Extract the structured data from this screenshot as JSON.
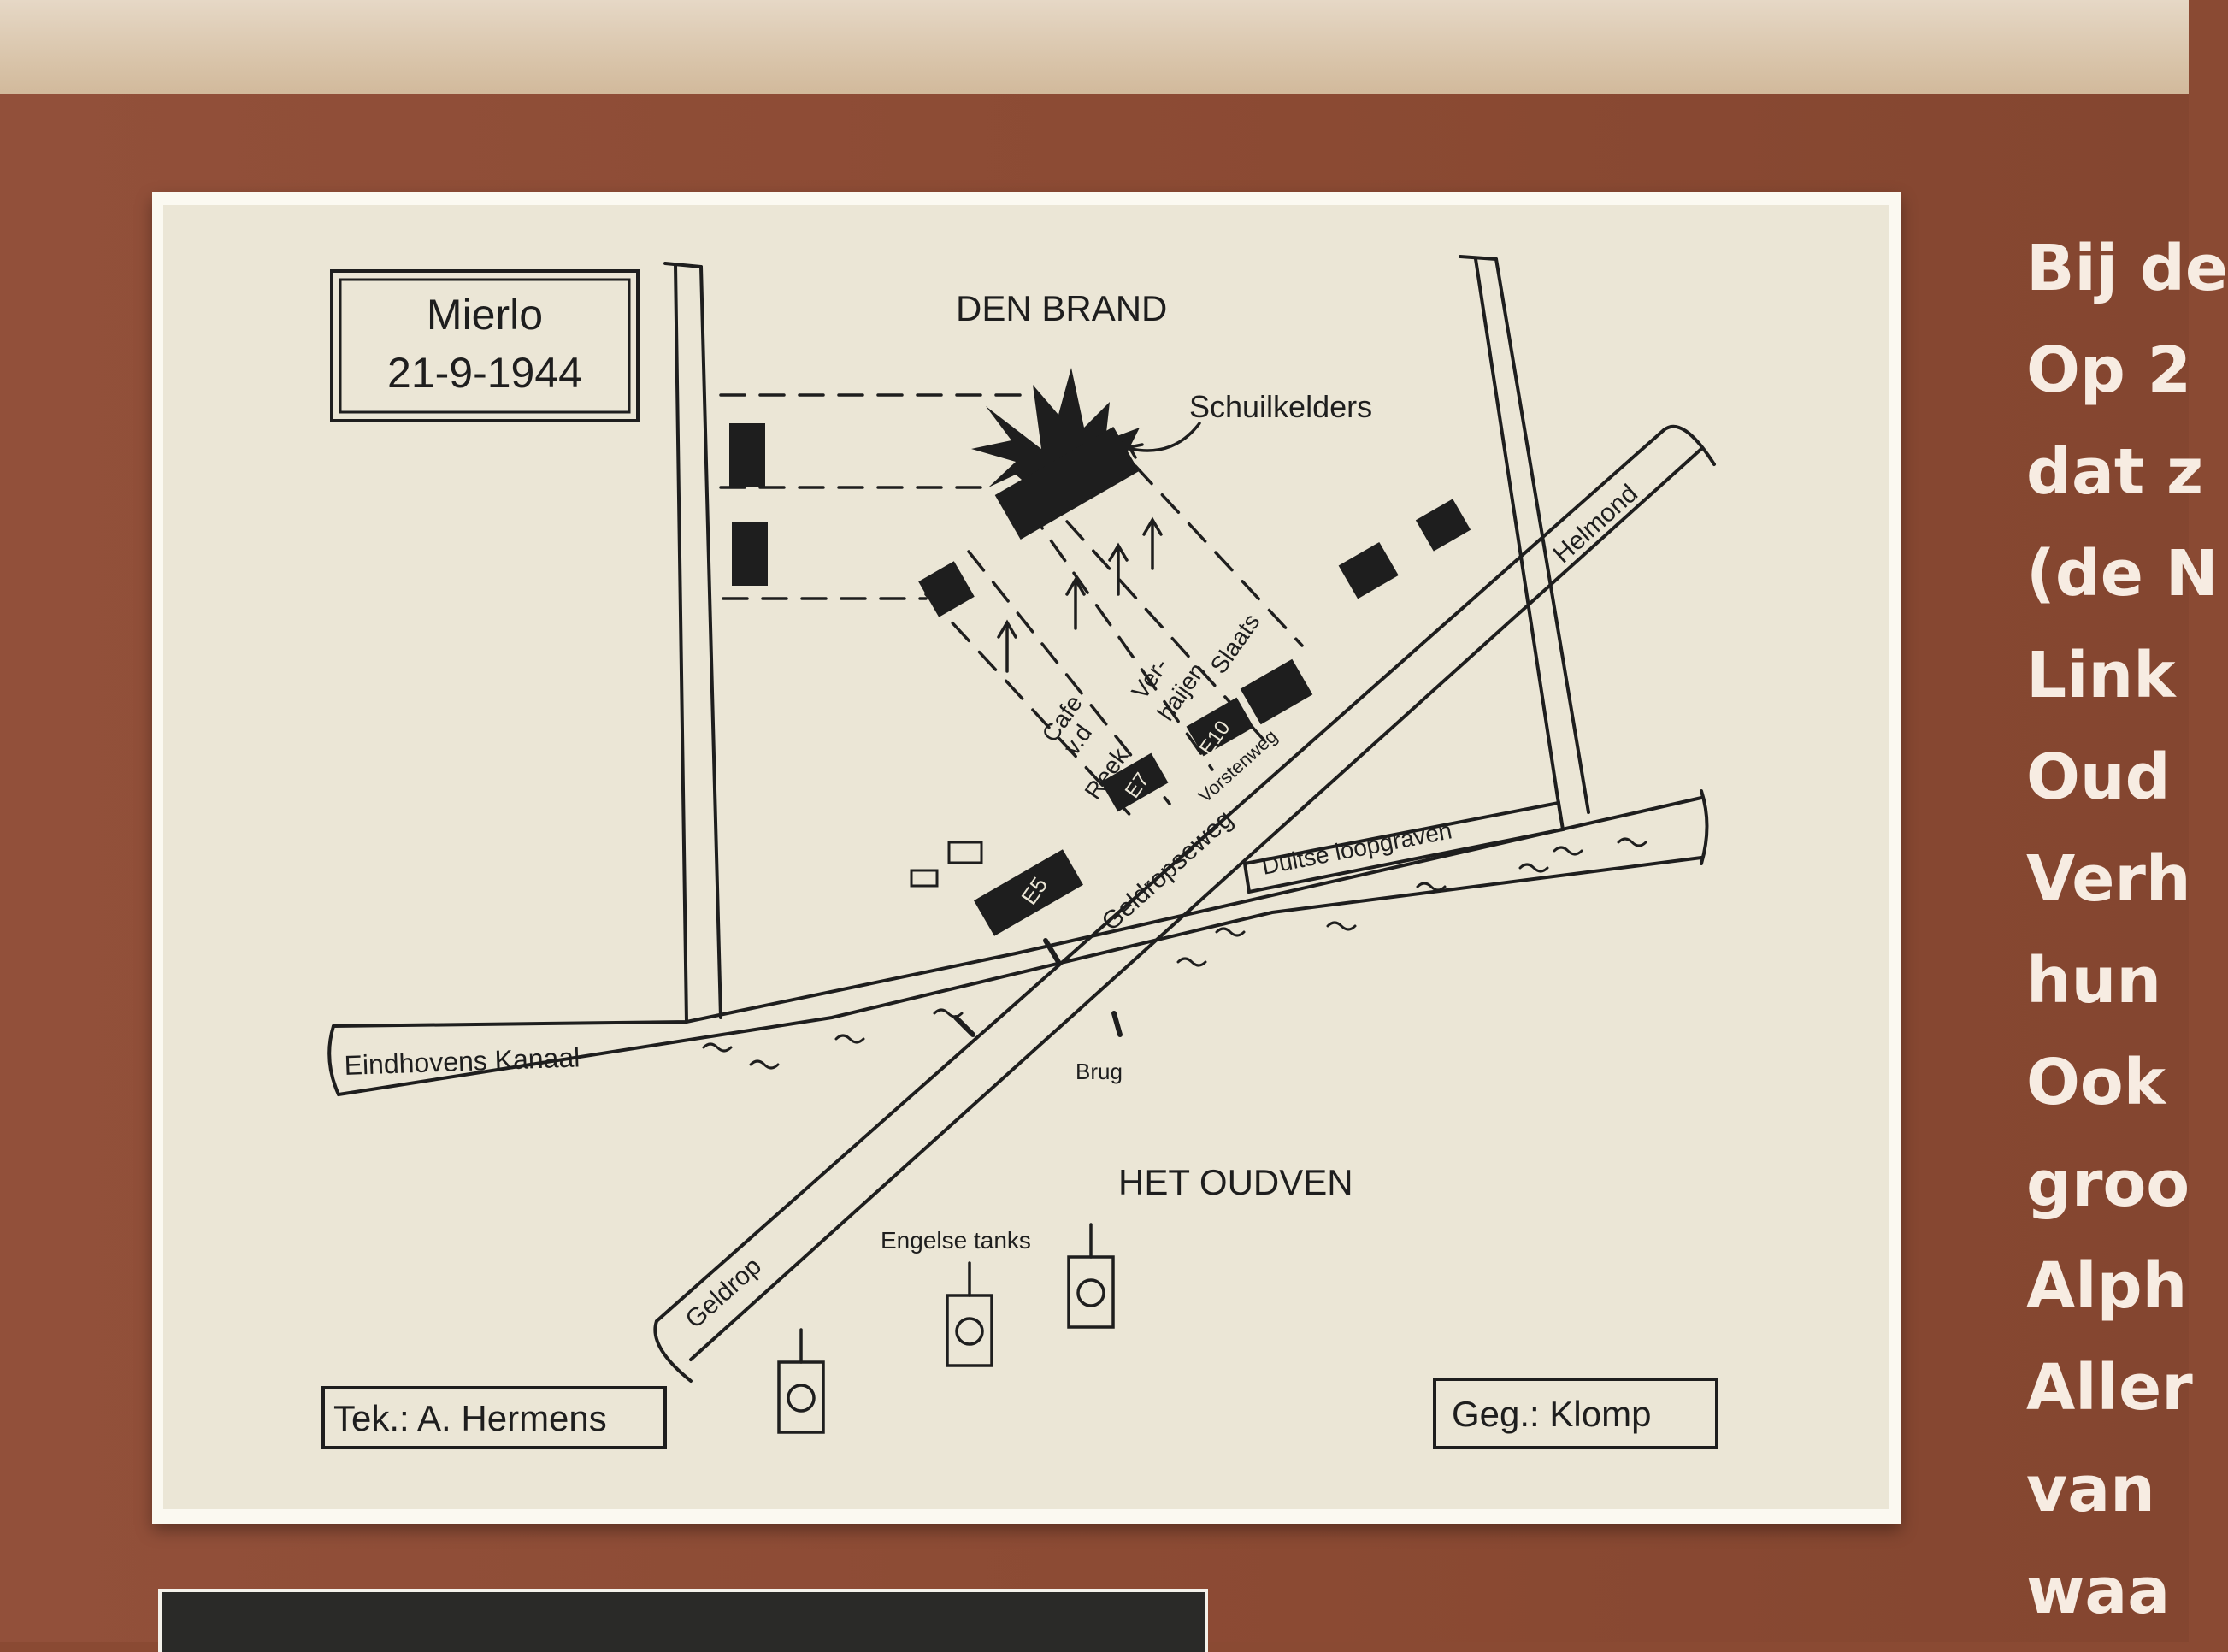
{
  "map": {
    "title_place": "Mierlo",
    "title_date": "21-9-1944",
    "area_north": "DEN BRAND",
    "area_south": "HET OUDVEN",
    "label_shelters": "Schuilkelders",
    "road_to_helmond": "Helmond",
    "road_to_geldrop": "Geldrop",
    "road_name_main": "Geldropseweg",
    "road_name_secondary": "Vorstenweg",
    "canal": "Eindhovens Kanaal",
    "trenches": "Duitse loopgraven",
    "bridge": "Brug",
    "tanks": "Engelse tanks",
    "house_cafe_1": "Cafe",
    "house_cafe_2": "v.d",
    "house_cafe_3": "Reek",
    "house_verhaijen_1": "Ver-",
    "house_verhaijen_2": "haijen",
    "house_slaats": "Slaats",
    "marker_e5": "E5",
    "marker_e7": "E7",
    "marker_e10": "E10",
    "credit_drawing": "Tek.: A. Hermens",
    "credit_data": "Geg.: Klomp"
  },
  "side_text": [
    "Bij de",
    "Op 2",
    "dat z",
    "(de N",
    "Link",
    "Oud",
    "Verh",
    "hun",
    "Ook",
    "groo",
    "Alph",
    "Aller",
    "van",
    "waa"
  ],
  "colors": {
    "board": "#8a4a33",
    "card": "#ebe6d6",
    "ink": "#1e1e1e",
    "text_light": "#f7ece2"
  }
}
